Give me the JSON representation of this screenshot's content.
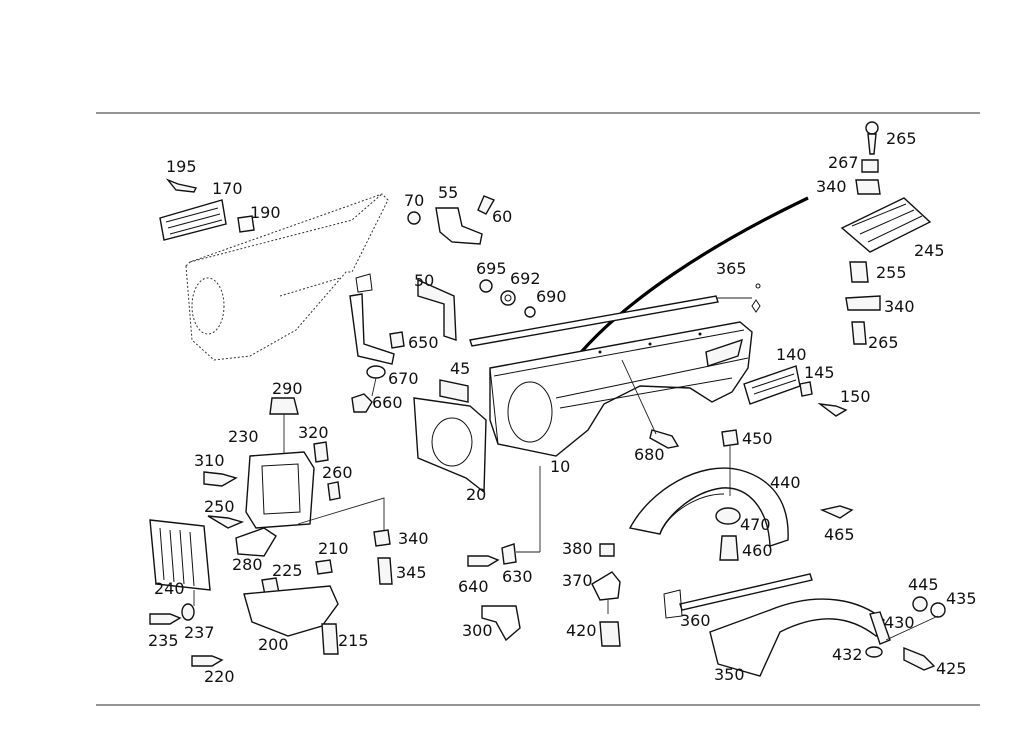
{
  "callouts": [
    {
      "id": "10",
      "text": "10"
    },
    {
      "id": "20",
      "text": "20"
    },
    {
      "id": "45",
      "text": "45"
    },
    {
      "id": "50",
      "text": "50"
    },
    {
      "id": "55",
      "text": "55"
    },
    {
      "id": "60",
      "text": "60"
    },
    {
      "id": "70",
      "text": "70"
    },
    {
      "id": "140",
      "text": "140"
    },
    {
      "id": "145",
      "text": "145"
    },
    {
      "id": "150",
      "text": "150"
    },
    {
      "id": "170",
      "text": "170"
    },
    {
      "id": "190",
      "text": "190"
    },
    {
      "id": "195",
      "text": "195"
    },
    {
      "id": "200",
      "text": "200"
    },
    {
      "id": "210",
      "text": "210"
    },
    {
      "id": "215",
      "text": "215"
    },
    {
      "id": "220",
      "text": "220"
    },
    {
      "id": "225",
      "text": "225"
    },
    {
      "id": "230",
      "text": "230"
    },
    {
      "id": "235",
      "text": "235"
    },
    {
      "id": "237",
      "text": "237"
    },
    {
      "id": "240",
      "text": "240"
    },
    {
      "id": "245",
      "text": "245"
    },
    {
      "id": "250",
      "text": "250"
    },
    {
      "id": "255",
      "text": "255"
    },
    {
      "id": "260",
      "text": "260"
    },
    {
      "id": "265a",
      "text": "265"
    },
    {
      "id": "265b",
      "text": "265"
    },
    {
      "id": "267",
      "text": "267"
    },
    {
      "id": "280",
      "text": "280"
    },
    {
      "id": "290",
      "text": "290"
    },
    {
      "id": "300",
      "text": "300"
    },
    {
      "id": "310",
      "text": "310"
    },
    {
      "id": "320",
      "text": "320"
    },
    {
      "id": "340a",
      "text": "340"
    },
    {
      "id": "340b",
      "text": "340"
    },
    {
      "id": "340c",
      "text": "340"
    },
    {
      "id": "345",
      "text": "345"
    },
    {
      "id": "350",
      "text": "350"
    },
    {
      "id": "360",
      "text": "360"
    },
    {
      "id": "365",
      "text": "365"
    },
    {
      "id": "370",
      "text": "370"
    },
    {
      "id": "380",
      "text": "380"
    },
    {
      "id": "420",
      "text": "420"
    },
    {
      "id": "425",
      "text": "425"
    },
    {
      "id": "430",
      "text": "430"
    },
    {
      "id": "432",
      "text": "432"
    },
    {
      "id": "435",
      "text": "435"
    },
    {
      "id": "440",
      "text": "440"
    },
    {
      "id": "445",
      "text": "445"
    },
    {
      "id": "450",
      "text": "450"
    },
    {
      "id": "460",
      "text": "460"
    },
    {
      "id": "465",
      "text": "465"
    },
    {
      "id": "470",
      "text": "470"
    },
    {
      "id": "630",
      "text": "630"
    },
    {
      "id": "640",
      "text": "640"
    },
    {
      "id": "650",
      "text": "650"
    },
    {
      "id": "660",
      "text": "660"
    },
    {
      "id": "670",
      "text": "670"
    },
    {
      "id": "680",
      "text": "680"
    },
    {
      "id": "690",
      "text": "690"
    },
    {
      "id": "692",
      "text": "692"
    },
    {
      "id": "695",
      "text": "695"
    }
  ]
}
